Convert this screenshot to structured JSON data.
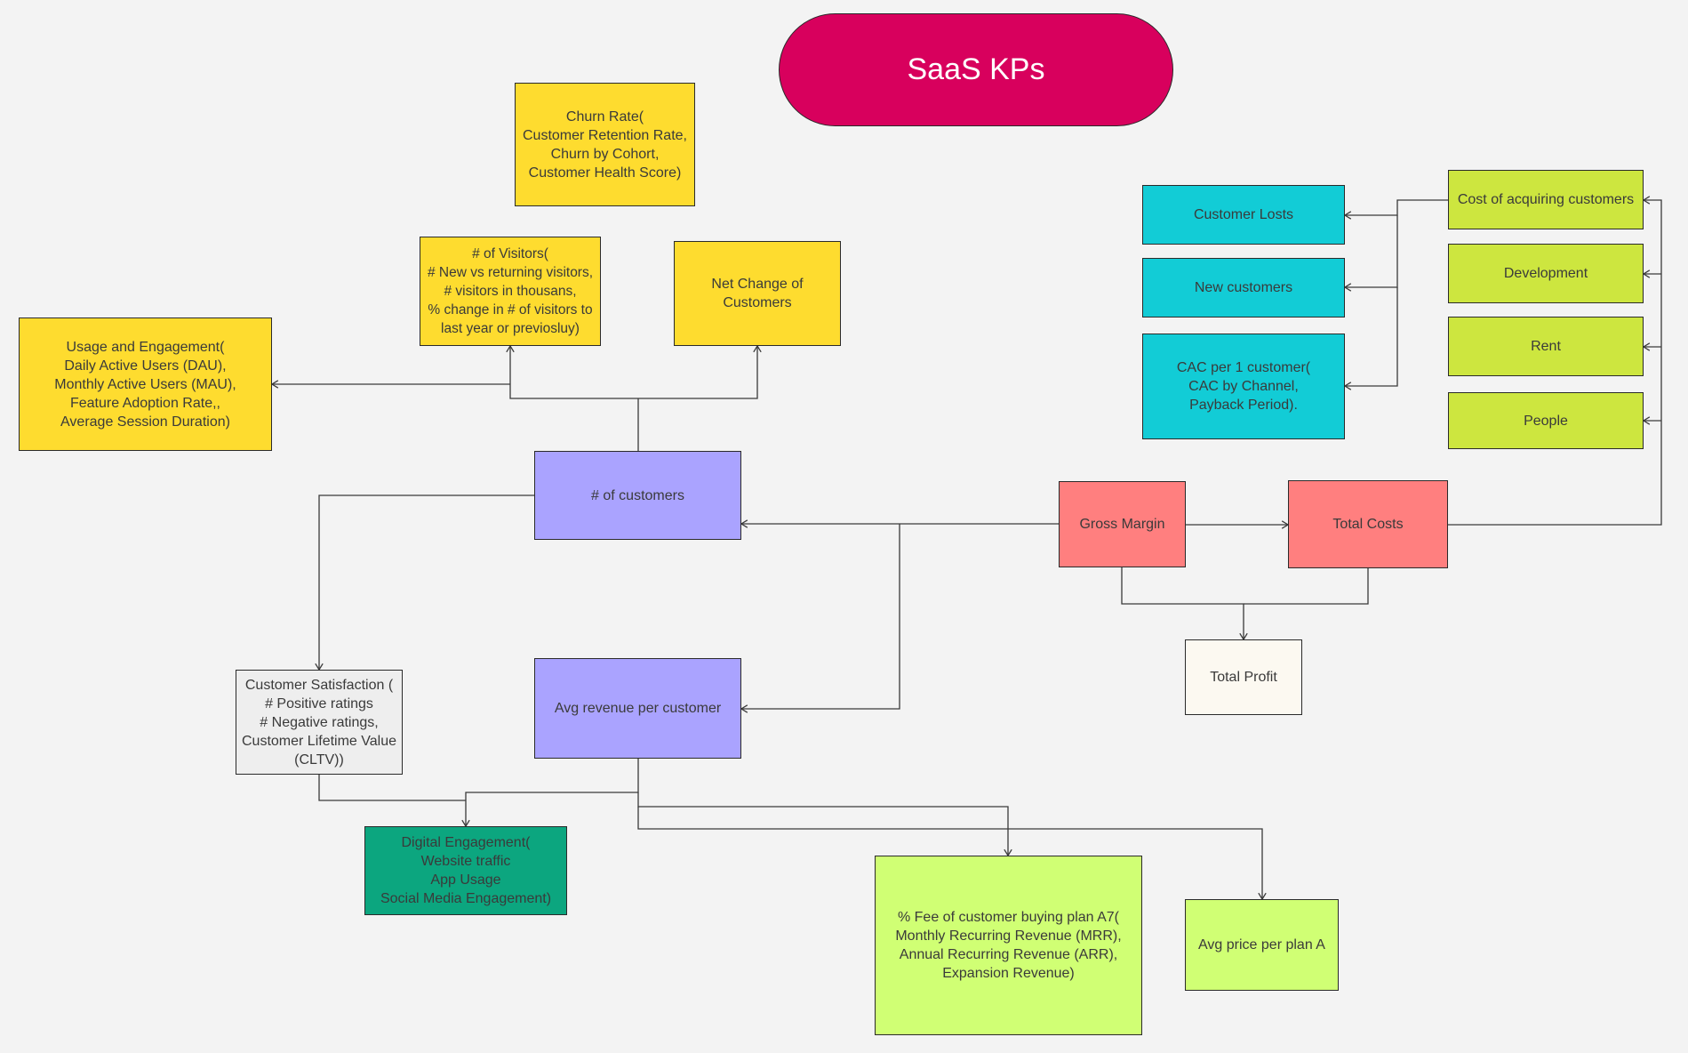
{
  "title": "SaaS KPs",
  "colors": {
    "background": "#f3f3f3",
    "title": "#d8005d",
    "yellow": "#fedc2f",
    "cyan": "#12ccd6",
    "lime": "#cde63f",
    "light_lime": "#d0ff74",
    "purple": "#aaa3ff",
    "salmon": "#ff7f7f",
    "teal": "#0ca67f",
    "gray": "#eeeeee",
    "cream": "#fcf9f1"
  },
  "nodes": {
    "churn_rate": "Churn Rate(\nCustomer Retention Rate,\nChurn by Cohort,\nCustomer Health Score)",
    "visitors": "# of Visitors(\n# New vs returning visitors,\n# visitors in thousans,\n% change in # of visitors to\nlast year or previosluy)",
    "net_change": "Net Change of\nCustomers",
    "usage": "Usage and Engagement(\nDaily Active Users (DAU),\nMonthly Active Users (MAU),\nFeature Adoption Rate,,\nAverage Session Duration)",
    "customers": "# of customers",
    "avg_revenue": "Avg revenue per customer",
    "satisfaction": "Customer Satisfaction (\n# Positive ratings\n#  Negative ratings,\nCustomer Lifetime Value\n(CLTV))",
    "digital": "Digital Engagement(\nWebsite traffic\nApp Usage\nSocial Media Engagement)",
    "fee_plan": "% Fee of customer buying plan A7(\nMonthly Recurring Revenue (MRR),\nAnnual Recurring Revenue (ARR),\nExpansion Revenue)",
    "avg_price": "Avg price per plan A",
    "customer_losts": "Customer Losts",
    "new_customers": "New customers",
    "cac": "CAC per 1 customer(\nCAC by Channel,\nPayback Period).",
    "cost_acquiring": "Cost of acquiring customers",
    "development": "Development",
    "rent": "Rent",
    "people": "People",
    "gross_margin": "Gross Margin",
    "total_costs": "Total Costs",
    "total_profit": "Total Profit"
  }
}
